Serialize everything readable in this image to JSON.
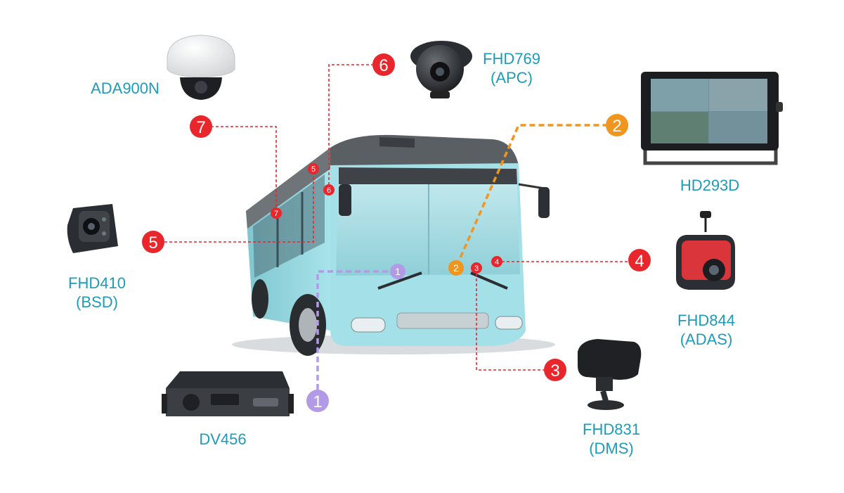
{
  "colors": {
    "label": "#1e9bb8",
    "red": "#e8262b",
    "orange": "#f0951e",
    "purple": "#b39ae6",
    "bus_body": "#9fdfe6",
    "bus_roof": "#555a5f"
  },
  "devices": {
    "dv456": {
      "name": "DV456",
      "icon": "mobile-dvr-icon"
    },
    "hd293d": {
      "name": "HD293D",
      "icon": "monitor-icon"
    },
    "fhd831": {
      "name": "FHD831",
      "role": "(DMS)",
      "icon": "dms-camera-icon"
    },
    "fhd844": {
      "name": "FHD844",
      "role": "(ADAS)",
      "icon": "adas-camera-icon"
    },
    "fhd410": {
      "name": "FHD410",
      "role": "(BSD)",
      "icon": "side-camera-icon"
    },
    "fhd769": {
      "name": "FHD769",
      "role": "(APC)",
      "icon": "dome-camera-icon"
    },
    "ada900n": {
      "name": "ADA900N",
      "icon": "dome-camera-icon"
    }
  },
  "markers": {
    "m1": "1",
    "m2": "2",
    "m3": "3",
    "m4": "4",
    "m5": "5",
    "m6": "6",
    "m7": "7"
  }
}
